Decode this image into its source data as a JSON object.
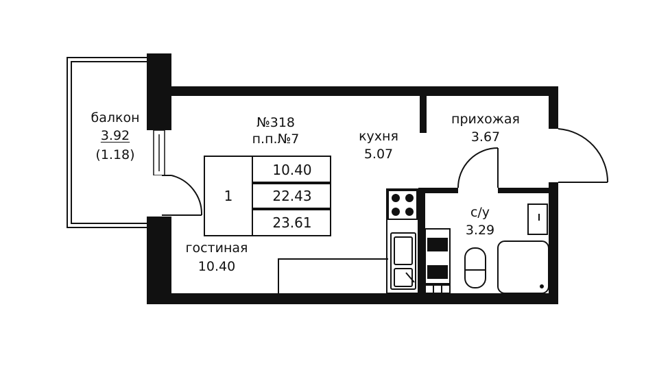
{
  "apartment": {
    "number": "№318",
    "floor_position": "п.п.№7"
  },
  "rooms": {
    "balcony": {
      "name": "балкон",
      "area": "3.92",
      "coef_area": "(1.18)"
    },
    "living": {
      "name": "гостиная",
      "area": "10.40"
    },
    "kitchen": {
      "name": "кухня",
      "area": "5.07"
    },
    "hallway": {
      "name": "прихожая",
      "area": "3.67"
    },
    "bathroom": {
      "name": "с/у",
      "area": "3.29"
    }
  },
  "summary_table": {
    "rooms_count": "1",
    "living_area": "10.40",
    "total_area": "22.43",
    "total_with_balcony": "23.61"
  }
}
